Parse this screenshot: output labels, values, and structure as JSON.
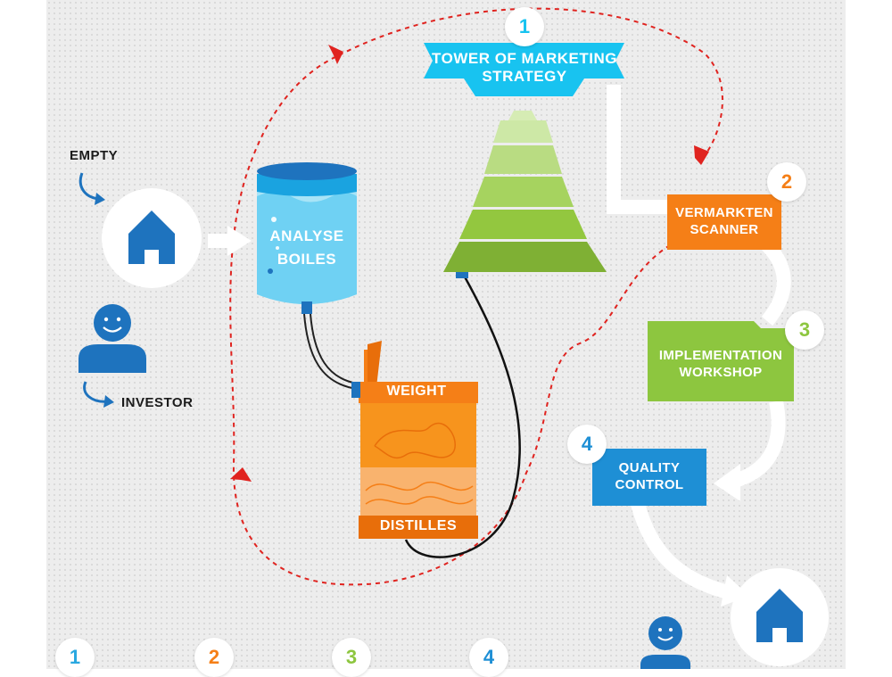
{
  "tower": {
    "title": "TOWER OF MARKETING\nSTRATEGY",
    "number": "1"
  },
  "left": {
    "empty_label": "EMPTY",
    "investor_label": "INVESTOR"
  },
  "tank": {
    "label": "ANALYSE\nBOILES"
  },
  "drum": {
    "top_label": "WEIGHT",
    "bottom_label": "DISTILLES"
  },
  "steps": [
    {
      "number": "2",
      "label": "VERMARKTEN\nSCANNER",
      "color": "#f57f17"
    },
    {
      "number": "3",
      "label": "IMPLEMENTATION\nWORKSHOP",
      "color": "#8dc63f"
    },
    {
      "number": "4",
      "label": "QUALITY\nCONTROL",
      "color": "#1e8fd5"
    }
  ],
  "bottom_numbers": [
    {
      "number": "1",
      "color": "#29a8e0"
    },
    {
      "number": "2",
      "color": "#f57f17"
    },
    {
      "number": "3",
      "color": "#8dc63f"
    },
    {
      "number": "4",
      "color": "#1e8fd5"
    }
  ],
  "colors": {
    "blue": "#1e73be",
    "cyan": "#18c3f0",
    "orange": "#f57f17",
    "green": "#8dc63f",
    "dashed_red": "#e0231f"
  }
}
